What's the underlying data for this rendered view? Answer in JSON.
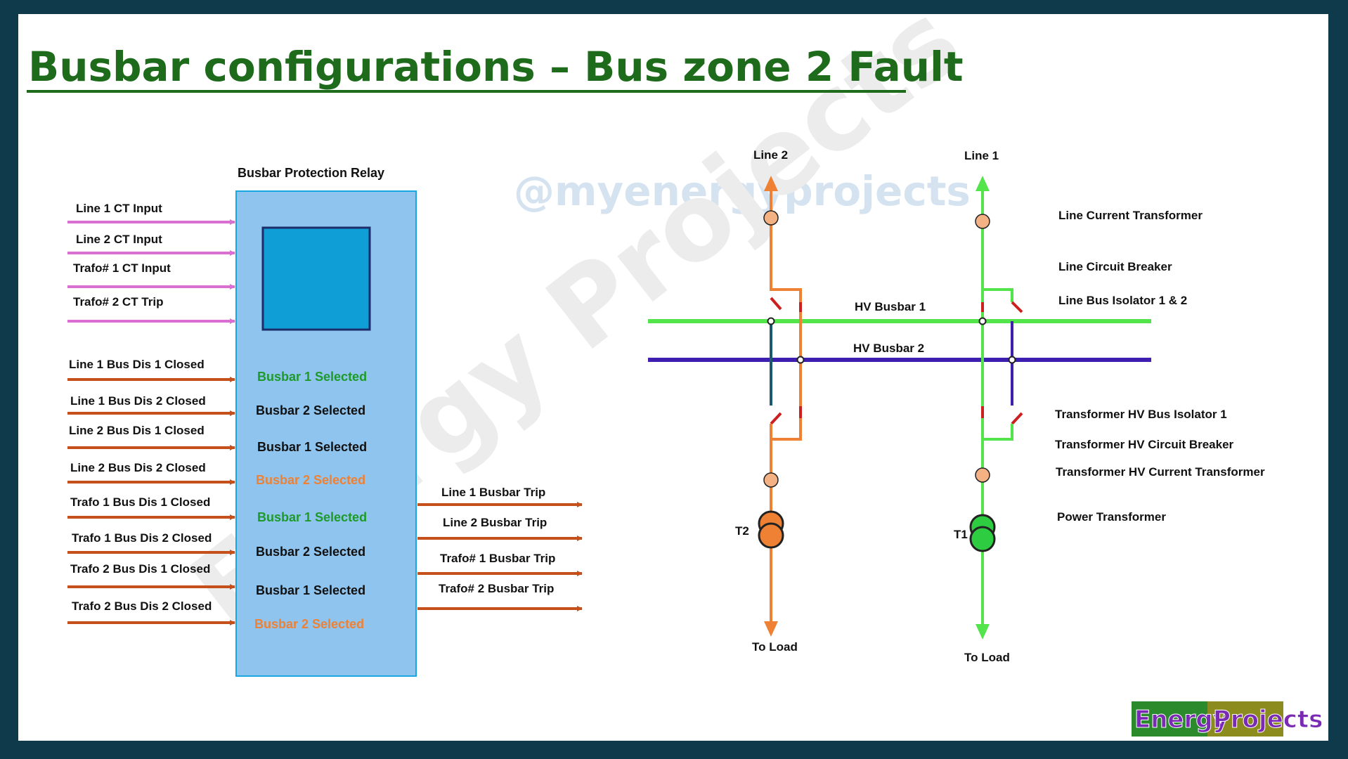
{
  "title": "Busbar configurations – Bus zone 2  Fault",
  "watermarks": [
    "@myenergyprojects",
    "Energy Projects"
  ],
  "relay": {
    "title": "Busbar Protection Relay",
    "ct_inputs": [
      "Line 1 CT Input",
      "Line 2 CT Input",
      "Trafo# 1 CT Input",
      "Trafo# 2 CT  Trip"
    ],
    "bus_inputs": [
      "Line 1 Bus Dis 1 Closed",
      "Line 1 Bus Dis 2 Closed",
      "Line 2 Bus Dis 1 Closed",
      "Line 2 Bus Dis 2 Closed",
      "Trafo 1 Bus Dis 1 Closed",
      "Trafo 1 Bus Dis 2 Closed",
      "Trafo 2  Bus Dis 1 Closed",
      "Trafo 2  Bus Dis 2 Closed"
    ],
    "selections": [
      {
        "text": "Busbar 1 Selected",
        "state": "active_bus1"
      },
      {
        "text": "Busbar 2 Selected",
        "state": "normal"
      },
      {
        "text": "Busbar 1 Selected",
        "state": "normal"
      },
      {
        "text": "Busbar 2 Selected",
        "state": "active_bus2"
      },
      {
        "text": "Busbar 1 Selected",
        "state": "active_bus1"
      },
      {
        "text": "Busbar 2 Selected",
        "state": "normal"
      },
      {
        "text": "Busbar 1 Selected",
        "state": "normal"
      },
      {
        "text": "Busbar 2 Selected",
        "state": "active_bus2"
      }
    ],
    "trip_outputs": [
      "Line 1 Busbar  Trip",
      "Line 2 Busbar  Trip",
      "Trafo# 1 Busbar  Trip",
      "Trafo# 2 Busbar  Trip"
    ]
  },
  "sld": {
    "busbar1": "HV Busbar 1",
    "busbar2": "HV Busbar 2",
    "line2": "Line 2",
    "line1": "Line 1",
    "t2": "T2",
    "t1": "T1",
    "load_left": "To Load",
    "load_right": "To Load",
    "legend": [
      "Line Current Transformer",
      "Line Circuit Breaker",
      "Line Bus Isolator 1 & 2",
      "Transformer HV Bus Isolator 1",
      "Transformer HV Circuit Breaker",
      "Transformer HV Current Transformer",
      "Power Transformer"
    ]
  },
  "logo": {
    "word1": "Energy",
    "word2": "Projects"
  },
  "colors": {
    "title": "#1f6b1c",
    "ct_arrow": "#d96fd1",
    "signal_arrow": "#c5501c",
    "relay_panel": "#8fc4ee",
    "relay_screen": "#109ed6",
    "bus1_selected": "#1e9a2b",
    "bus2_selected": "#ee8133",
    "busbar1": "#53e34a",
    "busbar2": "#3f1fb0",
    "line2_feeder": "#ee8133",
    "line1_feeder": "#53e34a",
    "isolator_red": "#cc1f1f",
    "logo_green": "#2b8a2b",
    "logo_purple": "#7a2bb3"
  }
}
